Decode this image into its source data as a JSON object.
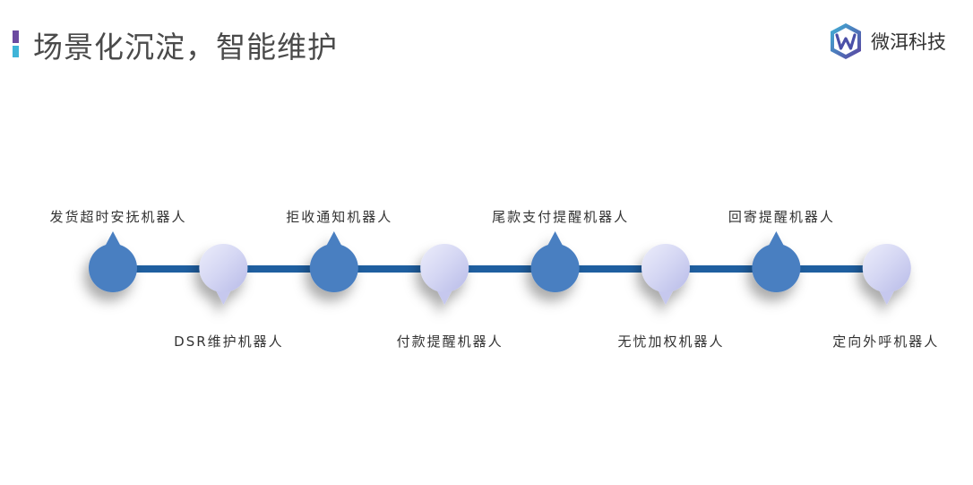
{
  "header": {
    "title": "场景化沉淀，智能维护",
    "logo_text": "微洱科技",
    "logo_icon": "w-hexagon-logo-icon",
    "colors": {
      "bar_top": "#6b4aa0",
      "bar_bottom": "#3fb4d8"
    }
  },
  "timeline": {
    "colors": {
      "line": "#1f5fa0",
      "dark_node": "#4a7fc1",
      "light_node": "#d2d4f2"
    },
    "nodes": [
      {
        "label": "发货超时安抚机器人",
        "style": "dark",
        "position": "above"
      },
      {
        "label": "DSR维护机器人",
        "style": "light",
        "position": "below"
      },
      {
        "label": "拒收通知机器人",
        "style": "dark",
        "position": "above"
      },
      {
        "label": "付款提醒机器人",
        "style": "light",
        "position": "below"
      },
      {
        "label": "尾款支付提醒机器人",
        "style": "dark",
        "position": "above"
      },
      {
        "label": "无忧加权机器人",
        "style": "light",
        "position": "below"
      },
      {
        "label": "回寄提醒机器人",
        "style": "dark",
        "position": "above"
      },
      {
        "label": "定向外呼机器人",
        "style": "light",
        "position": "below"
      }
    ]
  }
}
